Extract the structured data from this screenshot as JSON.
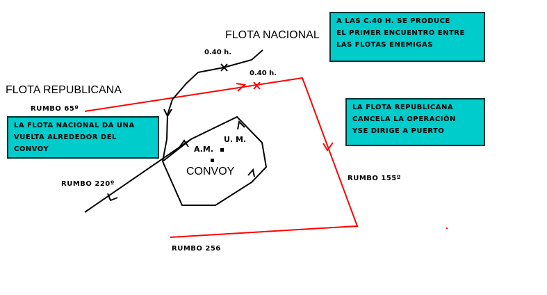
{
  "labels": {
    "flota_nacional": "FLOTA NACIONAL",
    "flota_republicana": "FLOTA REPUBLICANA",
    "rumbo_65": "RUMBO 65º",
    "rumbo_220": "RUMBO 220º",
    "rumbo_155": "RUMBO 155º",
    "rumbo_256": "RUMBO 256",
    "time_nacional": "0.40 h.",
    "time_republicana": "0.40 h.",
    "am": "A.M.",
    "um": "U. M.",
    "convoy": "CONVOY"
  },
  "boxes": {
    "encuentro": [
      "A LAS C.40 H. SE PRODUCE",
      "EL PRIMER ENCUENTRO ENTRE",
      "LAS FLOTAS ENEMIGAS"
    ],
    "nacional_vuelta": [
      "LA FLOTA NACIONAL DA UNA",
      "VUELTA ALREDEDOR DEL",
      "CONVOY"
    ],
    "republicana_cancela": [
      "LA FLOTA REPUBLICANA",
      "CANCELA LA OPERACIÓN",
      "YSE DIRIGE A  PUERTO"
    ]
  },
  "colors": {
    "republican_route": "#ff0000",
    "national_route": "#000000",
    "box_fill": "#00cccc"
  }
}
